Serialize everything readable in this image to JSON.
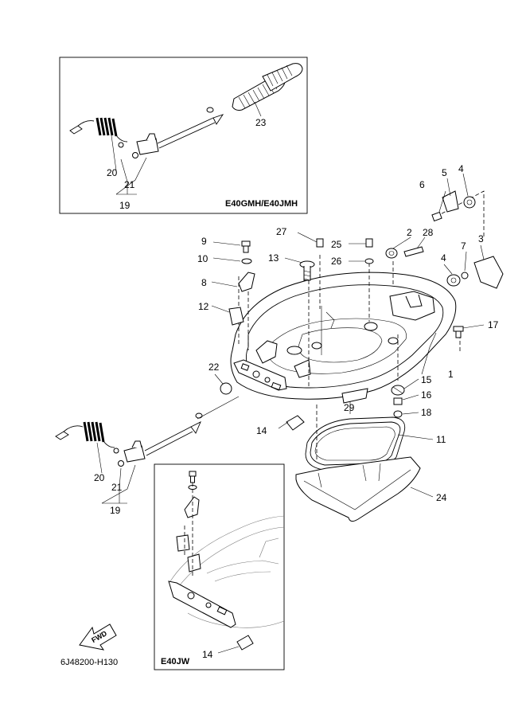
{
  "diagram": {
    "variant_boxes": {
      "top": {
        "caption": "E40GMH/E40JMH"
      },
      "bottom": {
        "caption": "E40JW"
      }
    },
    "fwd_arrow": {
      "label": "FWD"
    },
    "drawing_code": "6J48200-H130",
    "callouts": {
      "c1": "1",
      "c2": "2",
      "c3": "3",
      "c4a": "4",
      "c4b": "4",
      "c5": "5",
      "c6": "6",
      "c7": "7",
      "c8": "8",
      "c9": "9",
      "c10": "10",
      "c11": "11",
      "c12": "12",
      "c13": "13",
      "c14a": "14",
      "c14b": "14",
      "c15": "15",
      "c16": "16",
      "c17": "17",
      "c18": "18",
      "c19a": "19",
      "c19b": "19",
      "c20a": "20",
      "c20b": "20",
      "c21a": "21",
      "c21b": "21",
      "c22": "22",
      "c23": "23",
      "c24": "24",
      "c25": "25",
      "c26": "26",
      "c27": "27",
      "c28": "28",
      "c29": "29"
    }
  }
}
